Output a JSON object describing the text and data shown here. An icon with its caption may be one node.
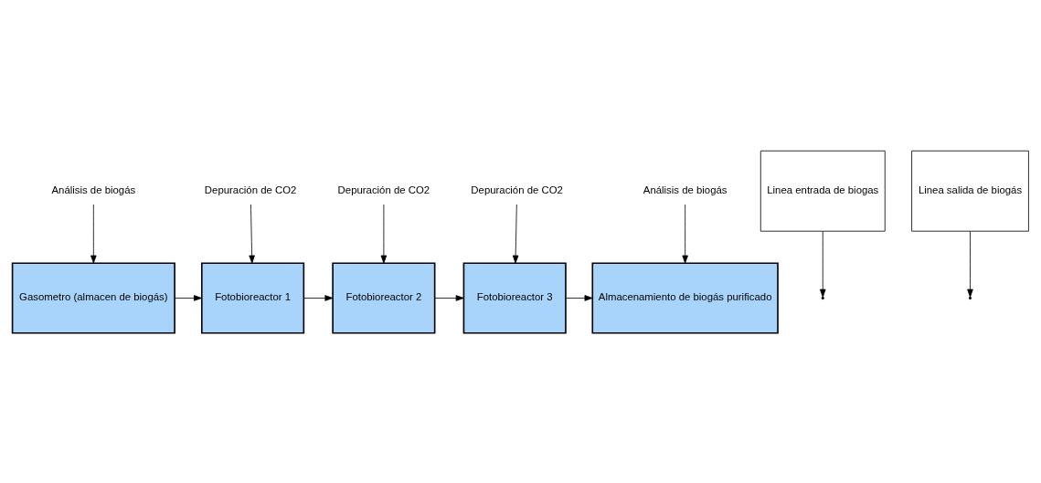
{
  "diagram": {
    "nodes": [
      {
        "text": [
          "Análisis de biogás"
        ]
      },
      {
        "text": [
          "Depuración de CO2"
        ]
      },
      {
        "text": [
          "Depuración de CO2"
        ]
      },
      {
        "text": [
          "Depuración de CO2"
        ]
      },
      {
        "text": [
          "Análisis de biogás"
        ]
      },
      {
        "text": [
          "Gasometro (almacen de biogás)"
        ]
      },
      {
        "text": [
          "Fotobioreactor 1"
        ]
      },
      {
        "text": [
          "Fotobioreactor 2"
        ]
      },
      {
        "text": [
          "Fotobioreactor 3"
        ]
      },
      {
        "text": [
          "Almacenamiento de biogás purificado"
        ]
      },
      {
        "text": [
          "Linea entrada de biogas"
        ]
      },
      {
        "text": [
          "Linea salida de biogás"
        ]
      }
    ],
    "edges": [
      {
        "from": 0,
        "to": 5,
        "arrow": "to"
      },
      {
        "from": 1,
        "to": 6,
        "arrow": "to"
      },
      {
        "from": 2,
        "to": 7,
        "arrow": "to"
      },
      {
        "from": 3,
        "to": 8,
        "arrow": "to"
      },
      {
        "from": 4,
        "to": 9,
        "arrow": "to"
      },
      {
        "from": 5,
        "to": 6,
        "arrow": "to"
      },
      {
        "from": 6,
        "to": 7,
        "arrow": "to"
      },
      {
        "from": 7,
        "to": 8,
        "arrow": "to"
      },
      {
        "from": 8,
        "to": 9,
        "arrow": "to"
      },
      {
        "from": 10,
        "to": null,
        "arrow": "to"
      },
      {
        "from": 11,
        "to": null,
        "arrow": "to"
      }
    ]
  }
}
